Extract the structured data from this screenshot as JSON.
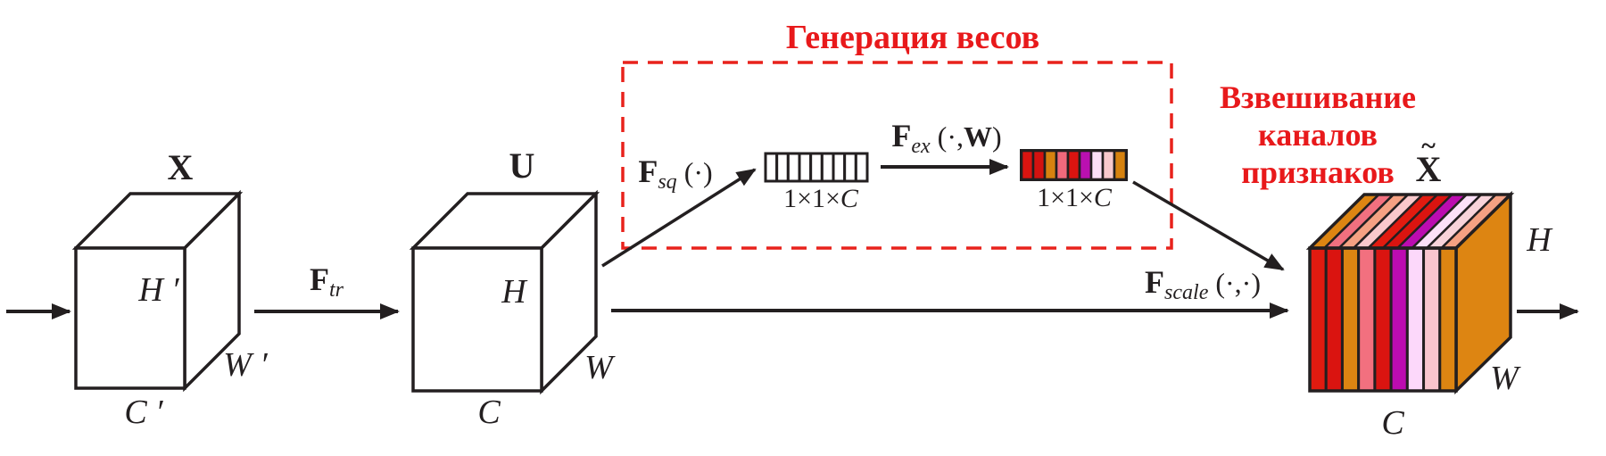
{
  "annotations": {
    "weights_generation": "Генерация весов",
    "channel_weighting_lines": [
      "Взвешивание",
      "каналов",
      "признаков"
    ]
  },
  "tensors": {
    "input": {
      "name": "X",
      "height": "H ′",
      "width": "W ′",
      "channels": "C ′"
    },
    "transformed": {
      "name": "U",
      "height": "H",
      "width": "W",
      "channels": "C"
    },
    "output": {
      "name": "X",
      "tilde": "~",
      "height": "H",
      "width": "W",
      "channels": "C"
    }
  },
  "operations": {
    "tr": {
      "f": "F",
      "sub": "tr",
      "pre": "",
      "bold": "",
      "post": ""
    },
    "sq": {
      "f": "F",
      "sub": "sq",
      "pre": " (·)",
      "bold": "",
      "post": ""
    },
    "ex": {
      "f": "F",
      "sub": "ex",
      "pre": " (·,",
      "bold": "W",
      "post": ")"
    },
    "scale": {
      "f": "F",
      "sub": "scale",
      "pre": " (·,·)",
      "bold": "",
      "post": ""
    }
  },
  "vectors": {
    "squeeze": {
      "cells": 9,
      "dim_pre": "1×1×",
      "dim_c": "C",
      "cell_fill": "#ffffff"
    },
    "excite": {
      "dim_pre": "1×1×",
      "dim_c": "C",
      "colors": [
        "#da1410",
        "#d41210",
        "#d6820f",
        "#f0697c",
        "#da1410",
        "#ba10b0",
        "#fbdff7",
        "#f8c9cd",
        "#d6820f"
      ]
    }
  },
  "output_cube": {
    "front_slices": [
      "#e11b10",
      "#da1410",
      "#dc8512",
      "#f2707f",
      "#da1410",
      "#bc0cb0",
      "#fcd8fa",
      "#f9c5ce",
      "#dd8512"
    ],
    "top_bands": [
      "#dd8512",
      "#f1707f",
      "#f5a183",
      "#f9c9cc",
      "#e21b10",
      "#da1410",
      "#bc0cb0",
      "#fce0f8",
      "#f8d3da",
      "#f5a183"
    ],
    "side_color": "#dd8512"
  },
  "colors": {
    "accent_red": "#e8191b",
    "dash_red": "#e8221c",
    "line_black": "#231f20"
  }
}
